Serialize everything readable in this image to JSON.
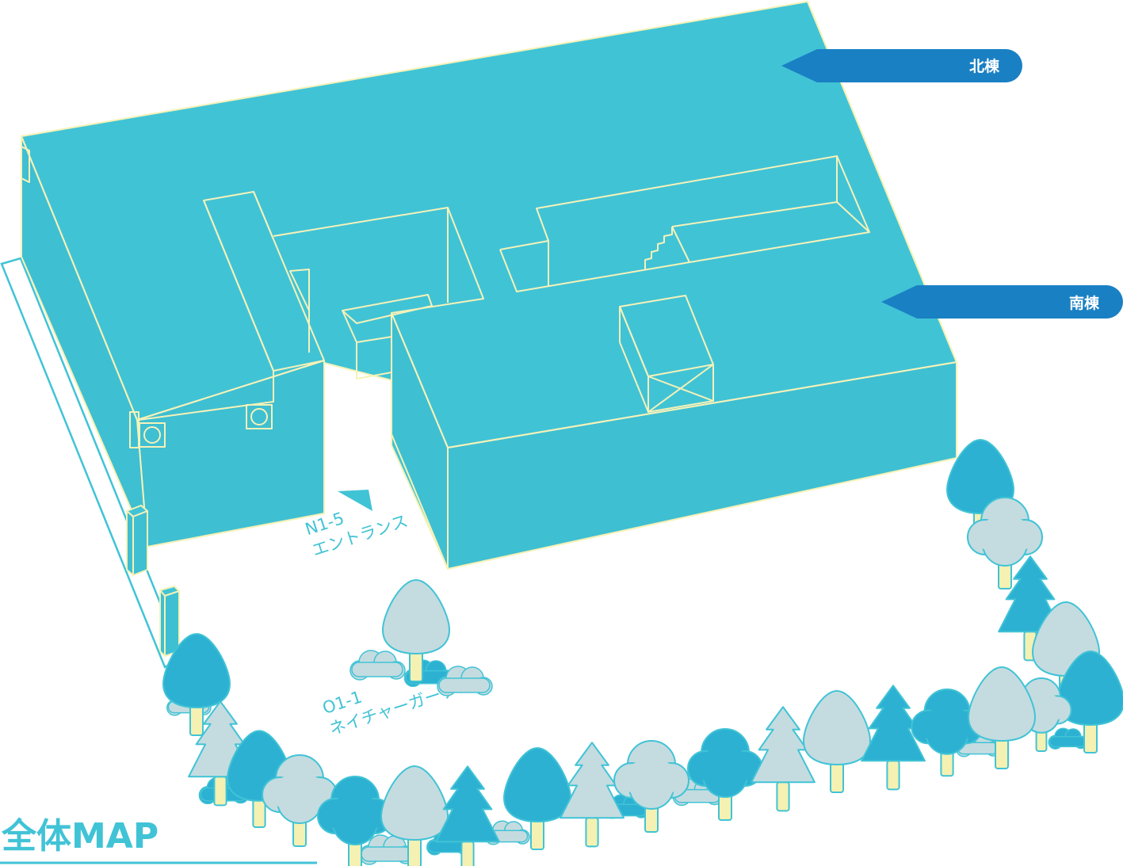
{
  "map": {
    "title": "全体MAP",
    "colors": {
      "building": "#41c3d6",
      "building_edge": "#f5f2b8",
      "tag": "#1a80c4",
      "tree_dark": "#2cb1d2",
      "tree_light": "#c4dce0",
      "trunk": "#f4f1b2"
    },
    "buildings": [
      {
        "label": "北棟"
      },
      {
        "label": "南棟"
      }
    ],
    "places": [
      {
        "code": "N1-5",
        "name": "エントランス"
      },
      {
        "code": "O1-1",
        "name": "ネイチャーガーデン"
      }
    ]
  }
}
